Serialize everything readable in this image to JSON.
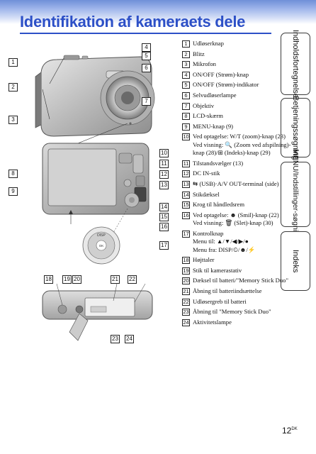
{
  "page": {
    "title": "Identifikation af kameraets dele",
    "number": "12",
    "number_suffix": "DK"
  },
  "side_tabs": [
    {
      "label": "Indholdsfortegnelse"
    },
    {
      "label": "Betjeningssøgning"
    },
    {
      "label": "MENU/Indstillinger-søgning"
    },
    {
      "label": "Indeks"
    }
  ],
  "items": [
    {
      "num": "1",
      "lines": [
        "Udløserknap"
      ]
    },
    {
      "num": "2",
      "lines": [
        "Blitz"
      ]
    },
    {
      "num": "3",
      "lines": [
        "Mikrofon"
      ]
    },
    {
      "num": "4",
      "lines": [
        "ON/OFF (Strøm)-knap"
      ]
    },
    {
      "num": "5",
      "lines": [
        "ON/OFF (Strøm)-indikator"
      ]
    },
    {
      "num": "6",
      "lines": [
        "Selvudløserlampe"
      ]
    },
    {
      "num": "7",
      "lines": [
        "Objektiv"
      ]
    },
    {
      "num": "8",
      "lines": [
        "LCD-skærm"
      ]
    },
    {
      "num": "9",
      "lines": [
        "MENU-knap (9)"
      ]
    },
    {
      "num": "10",
      "lines": [
        "Ved optagelse: W/T (zoom)-knap (23)",
        "Ved visning: 🔍 (Zoom ved afspilning)-",
        "knap (28)/⊞ (Indeks)-knap (29)"
      ]
    },
    {
      "num": "11",
      "lines": [
        "Tilstandsvælger (13)"
      ]
    },
    {
      "num": "12",
      "lines": [
        "DC IN-stik"
      ]
    },
    {
      "num": "13",
      "lines": [
        "⇆ (USB)·A/V OUT-terminal (side)"
      ]
    },
    {
      "num": "14",
      "lines": [
        "Stikdæksel"
      ]
    },
    {
      "num": "15",
      "lines": [
        "Krog til håndledsrem"
      ]
    },
    {
      "num": "16",
      "lines": [
        "Ved optagelse: ☻ (Smil)-knap (22)",
        "Ved visning: 🗑 (Slet)-knap (30)"
      ]
    },
    {
      "num": "17",
      "lines": [
        "Kontrolknap",
        "Menu til: ▲/▼/◀/▶/●",
        "Menu fra: DISP/⏲/☻/⚡"
      ]
    },
    {
      "num": "18",
      "lines": [
        "Højttaler"
      ]
    },
    {
      "num": "19",
      "lines": [
        "Stik til kamerastativ"
      ]
    },
    {
      "num": "20",
      "lines": [
        "Dæksel til batteri/\"Memory Stick Duo\""
      ]
    },
    {
      "num": "21",
      "lines": [
        "Åbning til batteriindsættelse"
      ]
    },
    {
      "num": "22",
      "lines": [
        "Udløsergreb til batteri"
      ]
    },
    {
      "num": "23",
      "lines": [
        "Åbning til \"Memory Stick Duo\""
      ]
    },
    {
      "num": "24",
      "lines": [
        "Aktivitetslampe"
      ]
    }
  ],
  "diagram_labels": {
    "dpad_top": "DISP",
    "dpad_bottom": "OK"
  },
  "callouts": {
    "front": [
      "1",
      "2",
      "3",
      "4",
      "5",
      "6",
      "7"
    ],
    "back": [
      "8",
      "9",
      "10",
      "11",
      "12",
      "13",
      "14",
      "15",
      "16",
      "17"
    ],
    "bottom": [
      "18",
      "19",
      "20",
      "21",
      "22",
      "23",
      "24"
    ]
  }
}
